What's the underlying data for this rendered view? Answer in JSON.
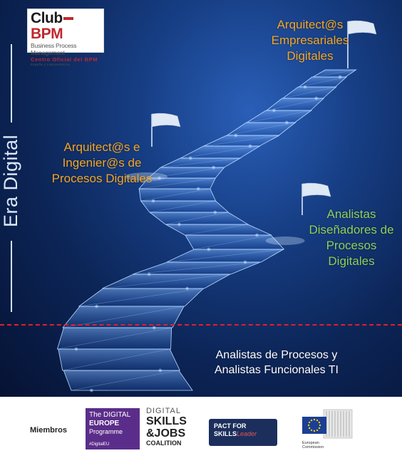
{
  "logo": {
    "brand_left": "Club",
    "brand_right": "BPM",
    "subtitle": "Business Process Management",
    "tagline": "Centro Oficial del BPM",
    "region": "España y Latinoamérica"
  },
  "side_title": "Era Digital",
  "levels": {
    "top": [
      "Arquitect@s",
      "Empresariales",
      "Digitales"
    ],
    "mid_left": [
      "Arquitect@s e",
      "Ingenier@s de",
      "Procesos Digitales"
    ],
    "mid_right": [
      "Analistas",
      "Diseñadores de",
      "Procesos",
      "Digitales"
    ],
    "bottom": [
      "Analistas de Procesos y",
      "Analistas Funcionales TI"
    ]
  },
  "colors": {
    "orange": "#f5a623",
    "green": "#8fcf5a",
    "red_dash": "#e0202a",
    "navy": "#0c2557"
  },
  "footer": {
    "members_label": "Miembros",
    "digital_europe": {
      "line1": "The DIGITAL",
      "line2": "EUROPE",
      "line3": "Programme",
      "hashtag": "#DigitalEU"
    },
    "skills_jobs": {
      "line1": "DIGITAL",
      "line2": "SKILLS",
      "line3": "&JOBS",
      "line4": "COALITION"
    },
    "pact": {
      "line1": "PACT FOR",
      "line2": "SKILLS",
      "lead": "Leader"
    },
    "commission": {
      "line1": "European",
      "line2": "Commission"
    }
  }
}
